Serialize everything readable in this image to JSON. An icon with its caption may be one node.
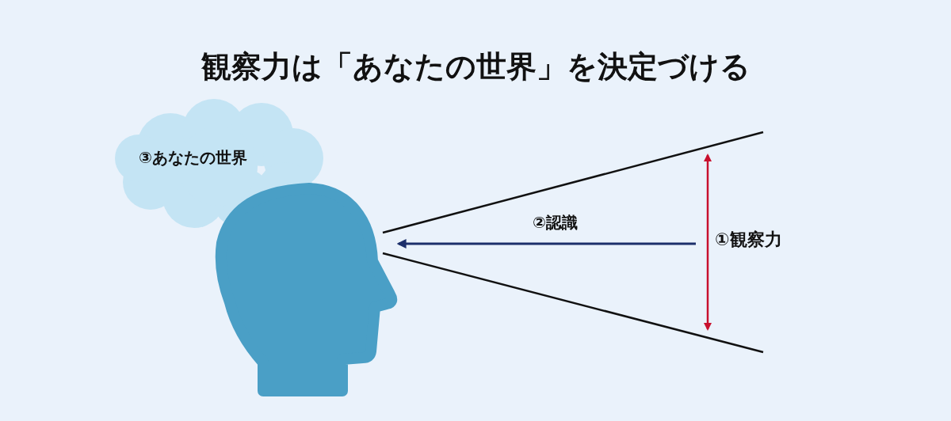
{
  "diagram": {
    "title": "観察力は「あなたの世界」を決定づける",
    "nodes": [
      {
        "text": [
          "③あなたの世界"
        ]
      },
      {
        "text": [],
        "shape": "person"
      }
    ],
    "edges": [
      {
        "from": null,
        "to": 1,
        "arrow": "to",
        "label": "②認識"
      }
    ],
    "labels": [
      "①観察力"
    ]
  }
}
